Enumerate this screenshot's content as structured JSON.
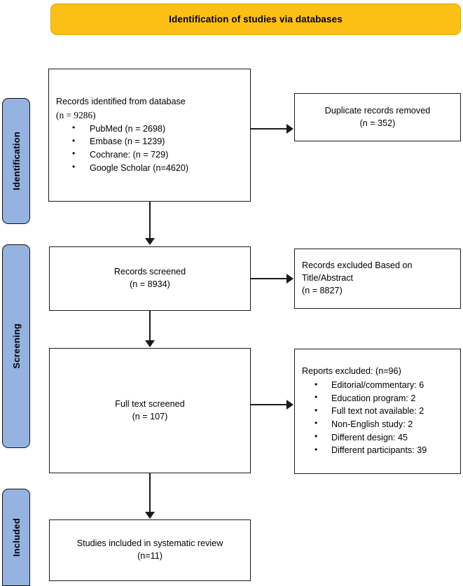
{
  "banner": {
    "title": "Identification of studies via databases",
    "color": "#fcc014"
  },
  "stages": {
    "color": "#94b3e0",
    "identification": "Identification",
    "screening": "Screening",
    "included": "Included"
  },
  "boxes": {
    "identified": {
      "line1": "Records identified from database",
      "line2": "(n = 9286)",
      "bullets": [
        "PubMed (n = 2698)",
        "Embase (n = 1239)",
        "Cochrane: (n = 729)",
        "Google Scholar (n=4620)"
      ]
    },
    "duplicates": {
      "line1": "Duplicate records removed",
      "line2": "(n = 352)"
    },
    "screened": {
      "line1": "Records screened",
      "line2": "(n = 8934)"
    },
    "excluded_title_abstract": {
      "line1": "Records excluded Based on",
      "line2": "Title/Abstract",
      "line3": "(n = 8827)"
    },
    "fulltext": {
      "line1": "Full text screened",
      "line2": "(n = 107)"
    },
    "reports_excluded": {
      "line1": "Reports excluded: (n=96)",
      "bullets": [
        "Editorial/commentary: 6",
        "Education program: 2",
        "Full text not available: 2",
        "Non-English study: 2",
        "Different design: 45",
        "Different participants: 39"
      ]
    },
    "included": {
      "line1": "Studies included in systematic review",
      "line2": "(n=11)"
    }
  },
  "chart_data": {
    "type": "diagram",
    "title": "Identification of studies via databases",
    "nodes": [
      {
        "id": "identified",
        "stage": "Identification",
        "label": "Records identified from database",
        "n": 9286,
        "sources": [
          {
            "name": "PubMed",
            "n": 2698
          },
          {
            "name": "Embase",
            "n": 1239
          },
          {
            "name": "Cochrane",
            "n": 729
          },
          {
            "name": "Google Scholar",
            "n": 4620
          }
        ]
      },
      {
        "id": "duplicates",
        "stage": "Identification",
        "label": "Duplicate records removed",
        "n": 352
      },
      {
        "id": "screened",
        "stage": "Screening",
        "label": "Records screened",
        "n": 8934
      },
      {
        "id": "excluded_title_abstract",
        "stage": "Screening",
        "label": "Records excluded Based on Title/Abstract",
        "n": 8827
      },
      {
        "id": "fulltext",
        "stage": "Screening",
        "label": "Full text screened",
        "n": 107
      },
      {
        "id": "reports_excluded",
        "stage": "Screening",
        "label": "Reports excluded",
        "n": 96,
        "reasons": [
          {
            "name": "Editorial/commentary",
            "n": 6
          },
          {
            "name": "Education program",
            "n": 2
          },
          {
            "name": "Full text not available",
            "n": 2
          },
          {
            "name": "Non-English study",
            "n": 2
          },
          {
            "name": "Different design",
            "n": 45
          },
          {
            "name": "Different participants",
            "n": 39
          }
        ]
      },
      {
        "id": "included",
        "stage": "Included",
        "label": "Studies included in systematic review",
        "n": 11
      }
    ],
    "edges": [
      {
        "from": "identified",
        "to": "duplicates",
        "direction": "right"
      },
      {
        "from": "identified",
        "to": "screened",
        "direction": "down"
      },
      {
        "from": "screened",
        "to": "excluded_title_abstract",
        "direction": "right"
      },
      {
        "from": "screened",
        "to": "fulltext",
        "direction": "down"
      },
      {
        "from": "fulltext",
        "to": "reports_excluded",
        "direction": "right"
      },
      {
        "from": "fulltext",
        "to": "included",
        "direction": "down"
      }
    ]
  }
}
